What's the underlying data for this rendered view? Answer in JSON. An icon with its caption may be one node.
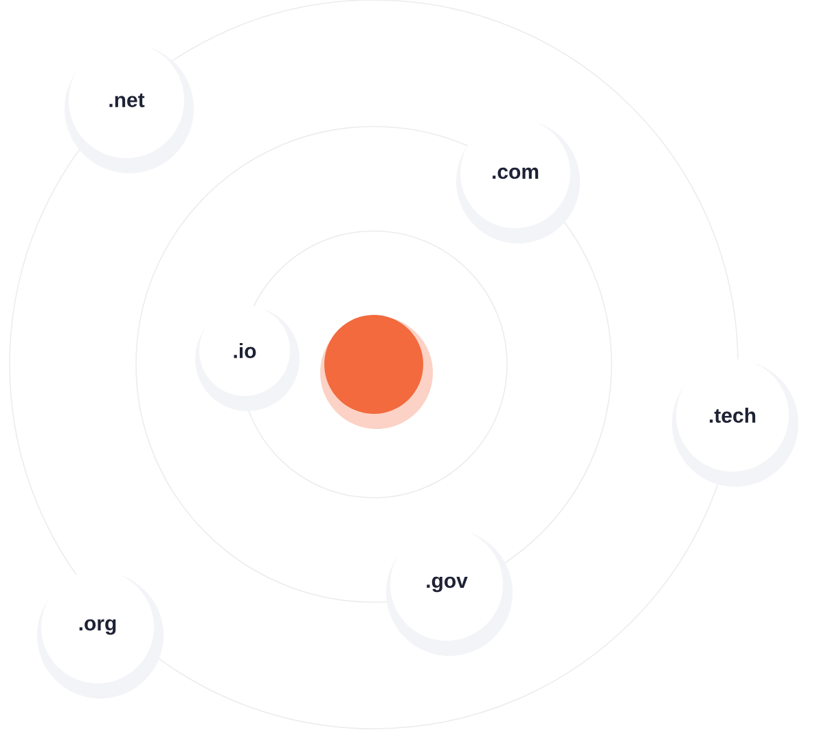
{
  "diagram": {
    "nodes": [
      {
        "text": [
          ".net"
        ]
      },
      {
        "text": [
          ".com"
        ]
      },
      {
        "text": [
          ".io"
        ]
      },
      {
        "text": [],
        "shape": "circle"
      },
      {
        "text": [
          ".tech"
        ]
      },
      {
        "text": [
          ".gov"
        ]
      },
      {
        "text": [
          ".org"
        ]
      }
    ]
  }
}
